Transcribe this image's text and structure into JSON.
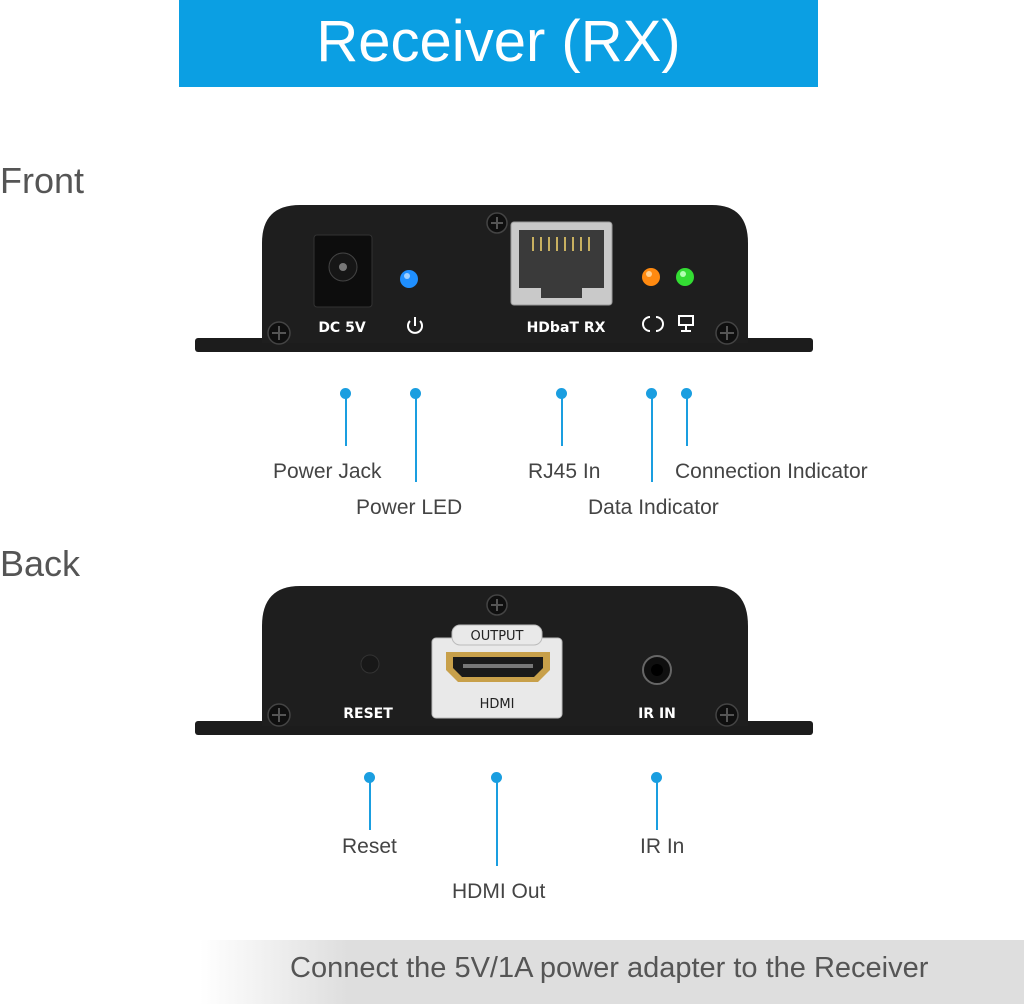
{
  "banner": {
    "title": "Receiver (RX)"
  },
  "front": {
    "title": "Front",
    "panel_labels": {
      "dc": "DC 5V",
      "hdbaset": "HDbaT RX"
    },
    "callouts": {
      "power_jack": "Power Jack",
      "power_led": "Power LED",
      "rj45_in": "RJ45 In",
      "data_indicator": "Data Indicator",
      "connection_indicator": "Connection Indicator"
    }
  },
  "back": {
    "title": "Back",
    "panel_labels": {
      "reset": "RESET",
      "output": "OUTPUT",
      "hdmi": "HDMI",
      "ir": "IR IN"
    },
    "callouts": {
      "reset": "Reset",
      "hdmi_out": "HDMI Out",
      "ir_in": "IR In"
    }
  },
  "footer": {
    "text": "Connect the 5V/1A power adapter to the Receiver"
  },
  "colors": {
    "accent": "#0b9fe3",
    "callout": "#1a9ee0",
    "device_body": "#1e1e1e",
    "power_led": "#1f8fff",
    "data_led": "#ff8a10",
    "connection_led": "#33dd33"
  }
}
